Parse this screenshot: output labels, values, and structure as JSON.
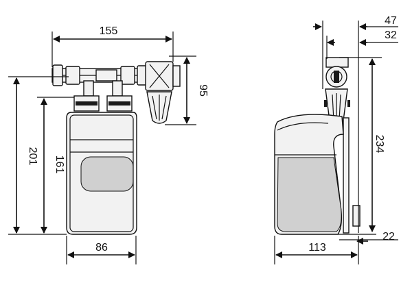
{
  "front_view": {
    "dimensions": {
      "width_top": "155",
      "height_fitting": "95",
      "height_total": "201",
      "height_body": "161",
      "width_body": "86"
    }
  },
  "side_view": {
    "dimensions": {
      "depth_top_outer": "47",
      "depth_top_inner": "32",
      "height_total": "234",
      "bottom_offset": "22",
      "depth_total": "113"
    }
  }
}
